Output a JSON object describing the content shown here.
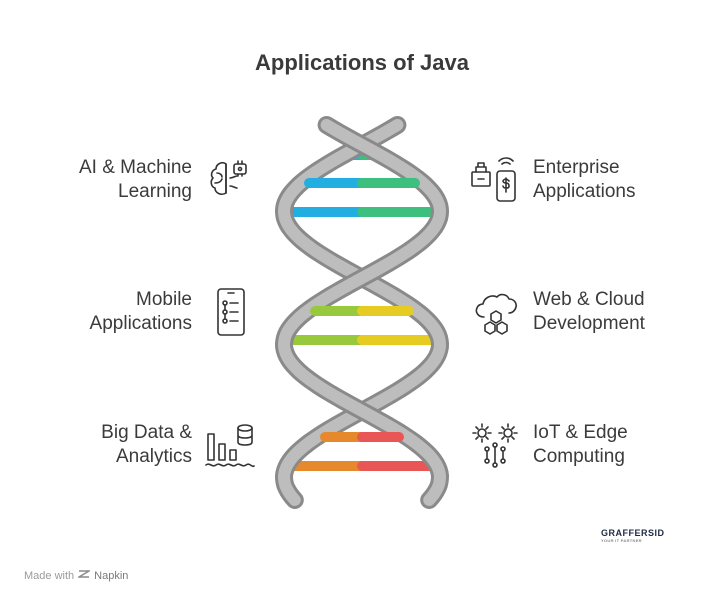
{
  "title": "Applications of Java",
  "items": [
    {
      "line1": "AI & Machine",
      "line2": "Learning",
      "icon": "brain-chip-icon",
      "side": "left",
      "color": "#22aee0",
      "color2": "#3dbf7e"
    },
    {
      "line1": "Enterprise",
      "line2": "Applications",
      "icon": "enterprise-payment-icon",
      "side": "right"
    },
    {
      "line1": "Mobile",
      "line2": "Applications",
      "icon": "mobile-phone-icon",
      "side": "left",
      "color": "#98c83c",
      "color2": "#e6cc22"
    },
    {
      "line1": "Web & Cloud",
      "line2": "Development",
      "icon": "cloud-network-icon",
      "side": "right"
    },
    {
      "line1": "Big Data &",
      "line2": "Analytics",
      "icon": "data-chart-icon",
      "side": "left",
      "color": "#e6892c",
      "color2": "#e85656"
    },
    {
      "line1": "IoT & Edge",
      "line2": "Computing",
      "icon": "iot-gears-icon",
      "side": "right"
    }
  ],
  "footer": {
    "made_with": "Made with",
    "brand": "Napkin"
  },
  "logo": {
    "text": "GRAFFERSID",
    "tagline": "YOUR IT PARTNER"
  },
  "colors": {
    "helix_stroke": "#8a8a8a",
    "helix_fill": "#bdbdbd",
    "text": "#3b3b3b"
  }
}
